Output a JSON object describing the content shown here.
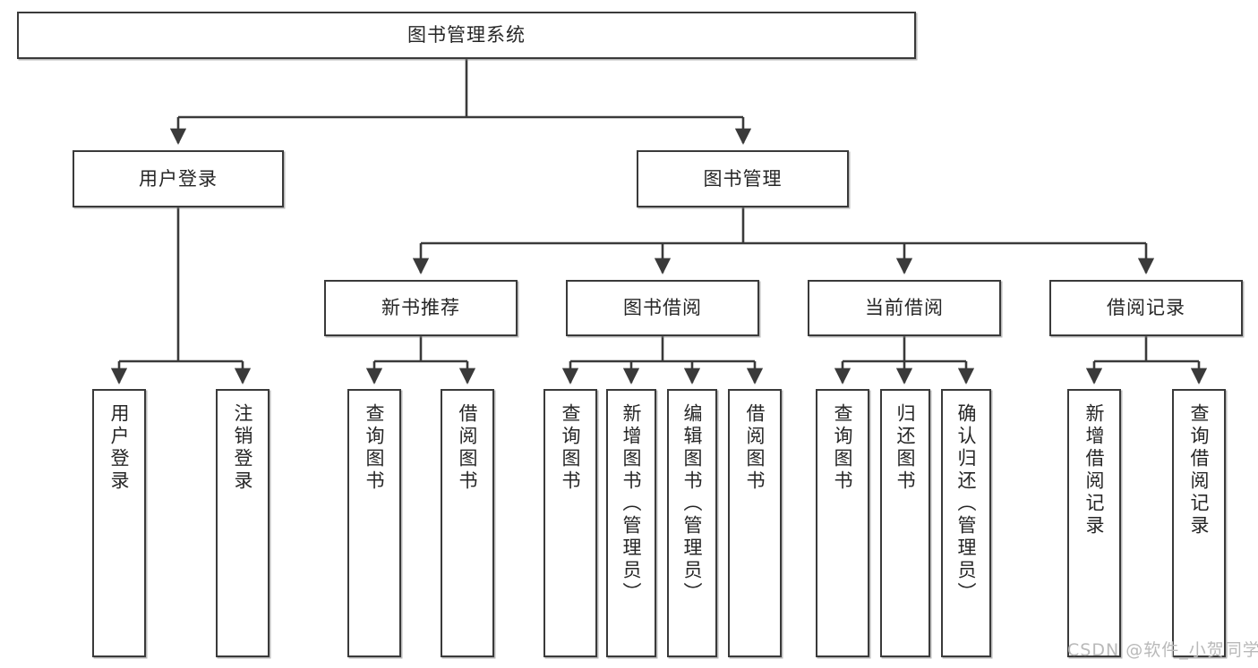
{
  "diagram": {
    "title": "图书管理系统",
    "type": "tree-hierarchy-diagram",
    "watermark": "CSDN @软件_小贺同学",
    "colors": {
      "box_border": "#3a3a3a",
      "box_fill": "#ffffff",
      "connector": "#3a3a3a",
      "text": "#262626",
      "watermark": "#b9b9b9",
      "background": "#ffffff"
    },
    "root": {
      "label": "图书管理系统"
    },
    "level2": [
      {
        "label": "用户登录"
      },
      {
        "label": "图书管理"
      }
    ],
    "level3": [
      {
        "label": "新书推荐"
      },
      {
        "label": "图书借阅"
      },
      {
        "label": "当前借阅"
      },
      {
        "label": "借阅记录"
      }
    ],
    "leaves": [
      {
        "label": "用户登录"
      },
      {
        "label": "注销登录"
      },
      {
        "label": "查询图书"
      },
      {
        "label": "借阅图书"
      },
      {
        "label": "查询图书"
      },
      {
        "label": "新增图书（管理员）"
      },
      {
        "label": "编辑图书（管理员）"
      },
      {
        "label": "借阅图书"
      },
      {
        "label": "查询图书"
      },
      {
        "label": "归还图书"
      },
      {
        "label": "确认归还（管理员）"
      },
      {
        "label": "新增借阅记录"
      },
      {
        "label": "查询借阅记录"
      }
    ]
  }
}
